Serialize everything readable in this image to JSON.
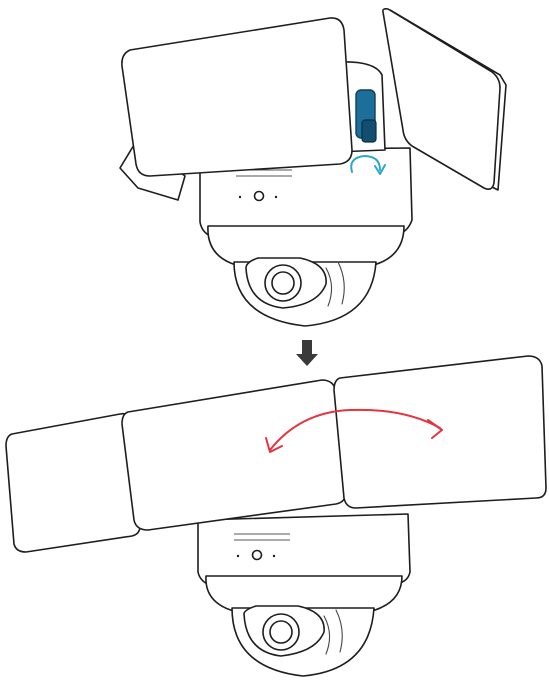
{
  "diagram": {
    "type": "installation-instruction-illustration",
    "steps": [
      {
        "step": 1,
        "device": "floodlight-camera",
        "highlight": "release-latch",
        "rotation_hint": "arc-arrow"
      },
      {
        "step": 2,
        "device": "floodlight-camera",
        "highlight": "panel-rotation",
        "rotation_hint": "double-headed-arc-arrow"
      }
    ],
    "colors": {
      "stroke": "#1e1e1e",
      "fill": "#ffffff",
      "latch": "#1d6e98",
      "latch_dark": "#124e70",
      "rotation_arrow_top": "#2aa7cc",
      "rotation_arrow_bottom": "#e5343d",
      "step_arrow": "#3a3a3a"
    }
  }
}
